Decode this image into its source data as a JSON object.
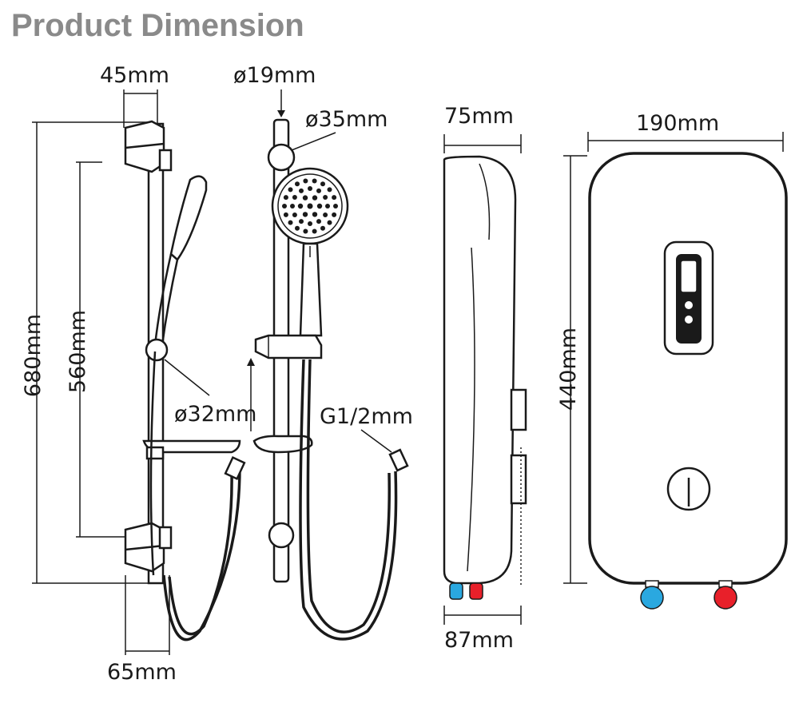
{
  "title": "Product Dimension",
  "dimensions": {
    "bracket_width": "45mm",
    "rail_diameter": "ø19mm",
    "head_joint_diameter": "ø35mm",
    "rail_length": "680mm",
    "bracket_spacing": "560mm",
    "slider_diameter": "ø32mm",
    "hose_thread": "G1/2mm",
    "bracket_depth": "65mm",
    "heater_top_depth": "75mm",
    "heater_bottom_depth": "87mm",
    "heater_width": "190mm",
    "heater_height": "440mm"
  },
  "colors": {
    "cold_inlet": "#2aa8e0",
    "hot_inlet": "#e8202a",
    "title": "#8a8a8a"
  }
}
